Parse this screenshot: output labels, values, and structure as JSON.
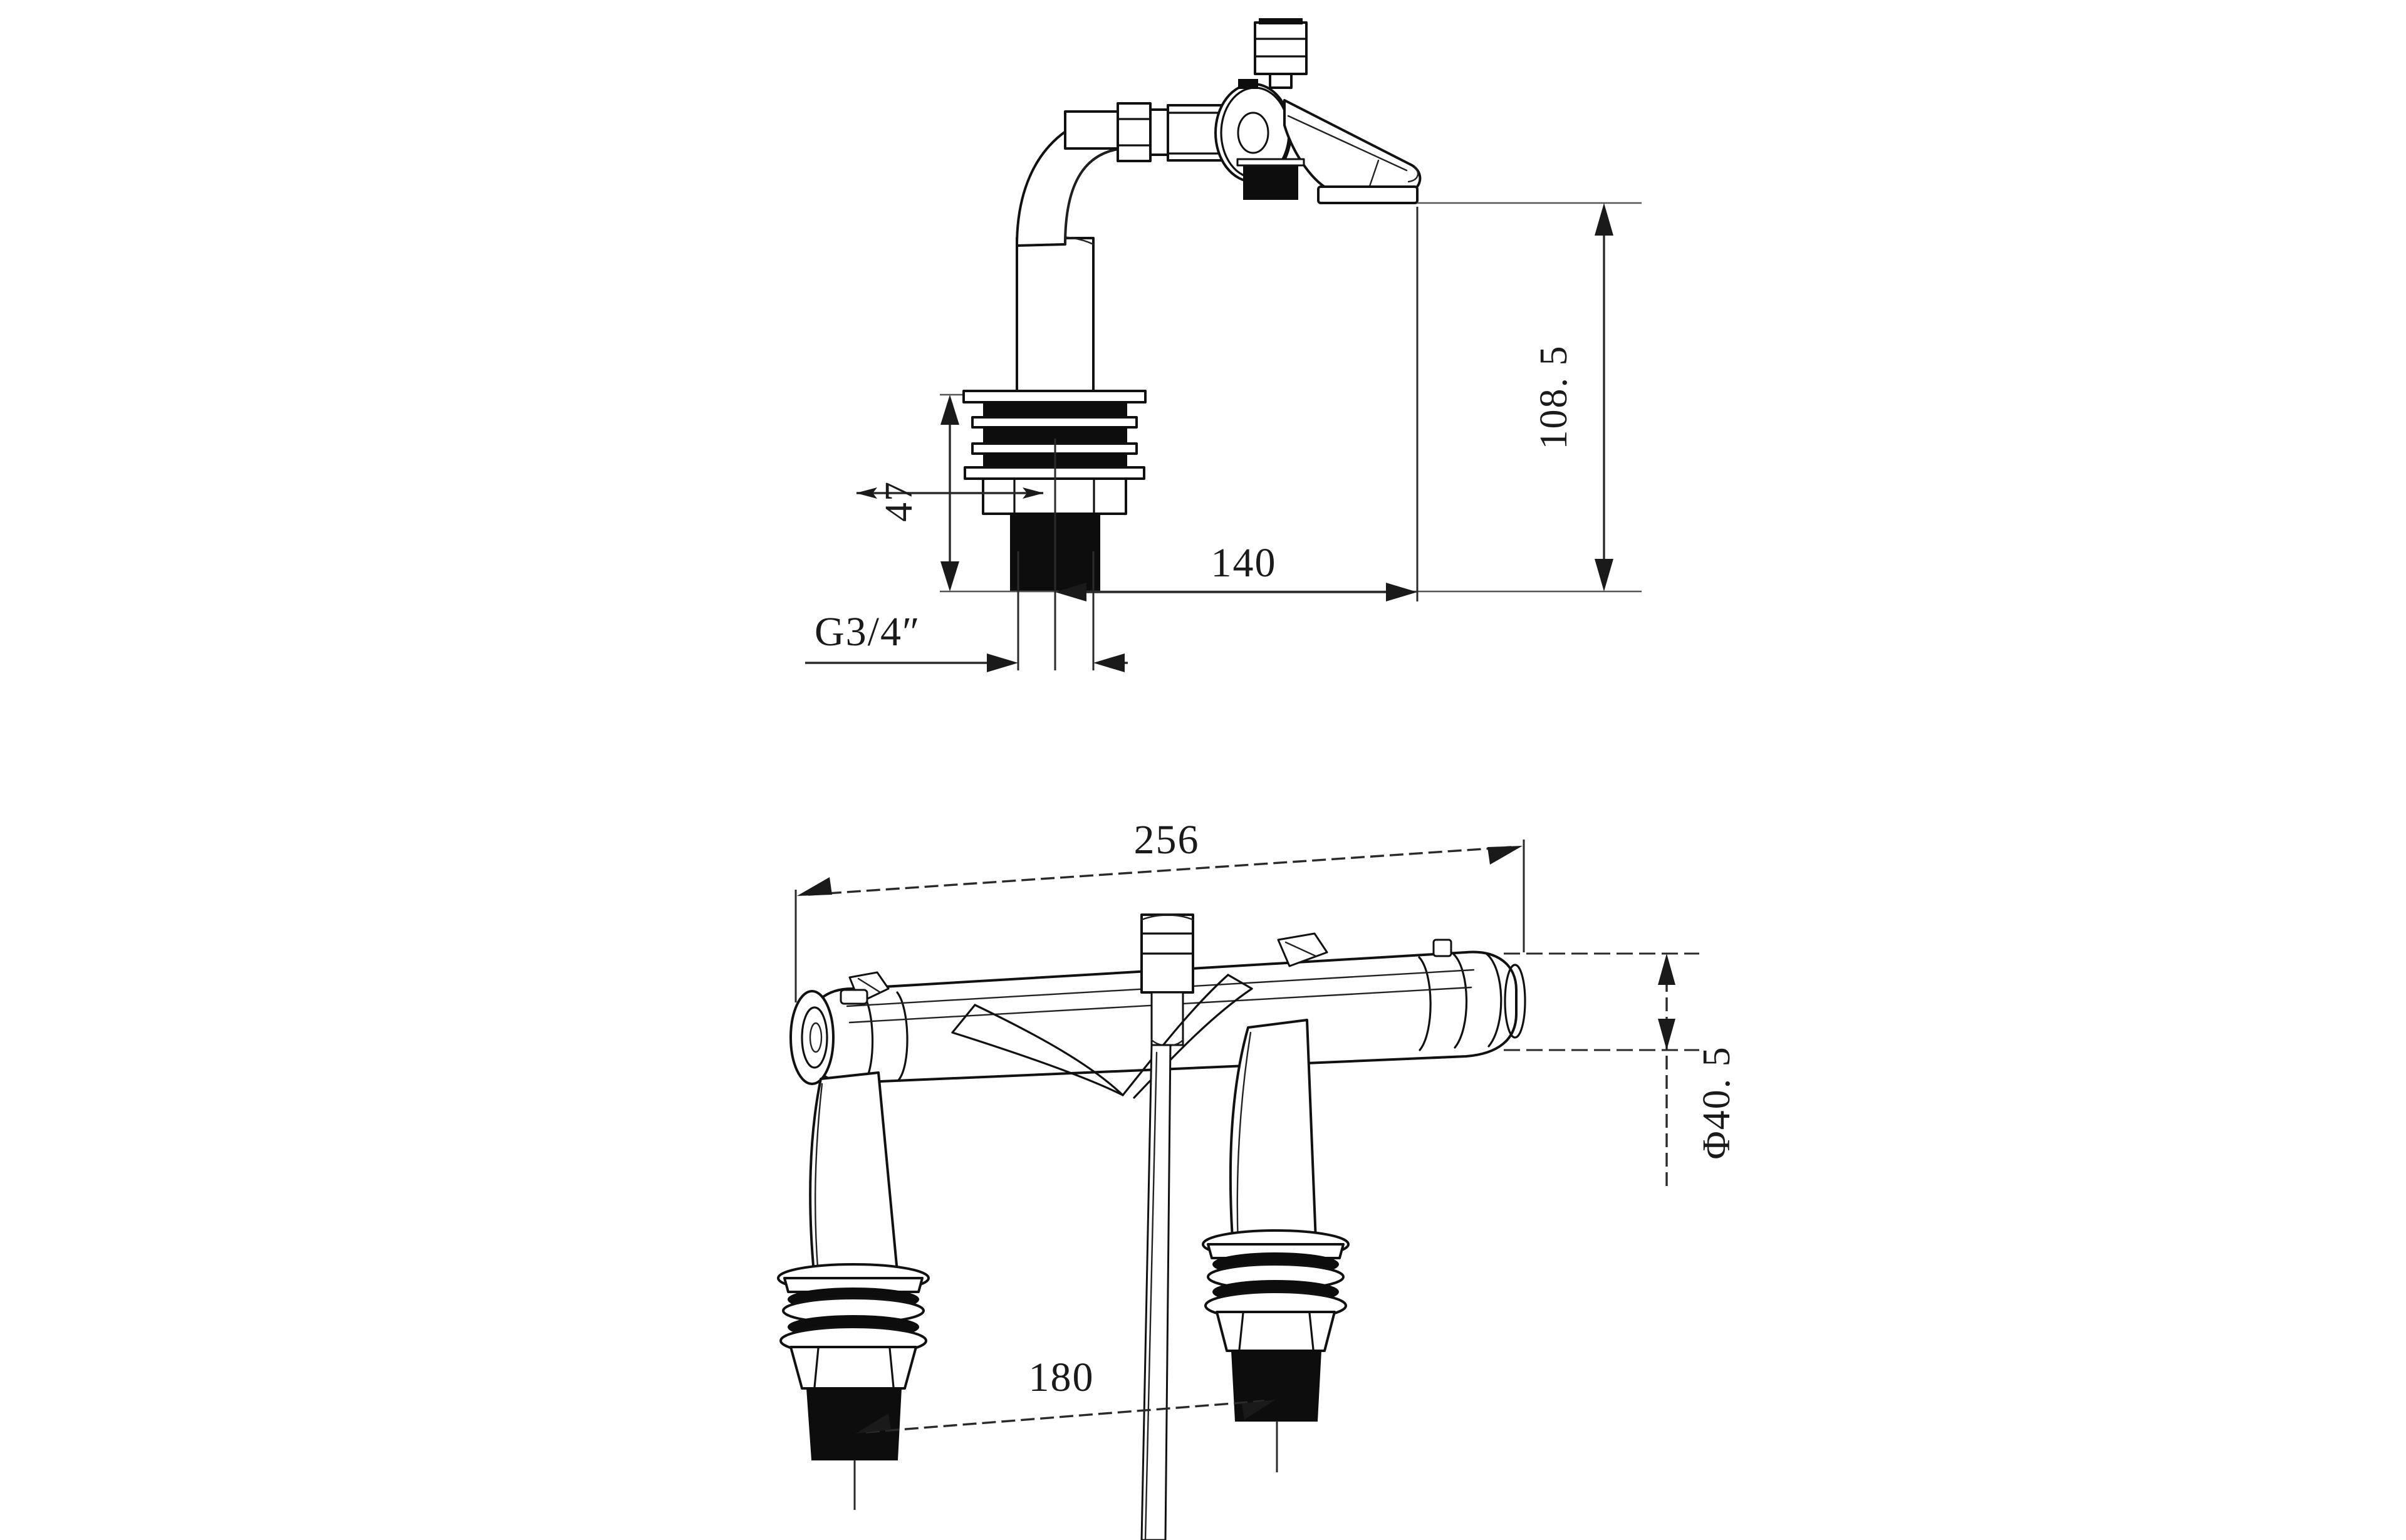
{
  "document": {
    "type": "technical-drawing",
    "subject": "Bath shower mixer tap dimensioned drawing",
    "background_color": "#ffffff",
    "line_color": "#111111",
    "units": "mm"
  },
  "views": [
    {
      "id": "side-elevation",
      "name": "Side elevation view",
      "parts": [
        "curved-spout-elbow",
        "hex-union-nut",
        "valve-body",
        "lever-handle",
        "diverter-knob",
        "outlet-port",
        "mounting-shank-washers",
        "threaded-shank"
      ]
    },
    {
      "id": "front-elevation",
      "name": "Front elevation view",
      "parts": [
        "horizontal-body-bar",
        "left-handle-spindle",
        "right-handle-spindle",
        "diverter-knob",
        "left-riser-leg",
        "right-riser-leg",
        "left-mounting-shank",
        "right-mounting-shank",
        "shower-hose"
      ]
    }
  ],
  "dimensions": {
    "side_view": [
      {
        "id": "height-overall",
        "label": "108. 5",
        "value": 108.5,
        "orientation": "vertical",
        "text_rotation": -90,
        "description": "Overall height from base seating to spout outlet underside"
      },
      {
        "id": "shank-height",
        "label": "47",
        "value": 47,
        "orientation": "vertical",
        "text_rotation": -90,
        "description": "Mounting shank / washer stack height"
      },
      {
        "id": "projection",
        "label": "140",
        "value": 140,
        "orientation": "horizontal",
        "text_rotation": 0,
        "description": "Spout projection from shank centre"
      },
      {
        "id": "thread-size",
        "label": "G3/4″",
        "value": "G3/4\"",
        "orientation": "horizontal-leader",
        "text_rotation": 0,
        "description": "Inlet connection thread size"
      }
    ],
    "front_view": [
      {
        "id": "overall-width",
        "label": "256",
        "value": 256,
        "orientation": "horizontal",
        "text_rotation": 0,
        "description": "Overall body width across both ends"
      },
      {
        "id": "body-diameter",
        "label": "Φ40. 5",
        "value": 40.5,
        "symbol": "Φ",
        "orientation": "vertical",
        "text_rotation": -90,
        "description": "Body barrel outside diameter"
      },
      {
        "id": "centre-distance",
        "label": "180",
        "value": 180,
        "orientation": "horizontal",
        "text_rotation": 0,
        "description": "Centre-to-centre distance between mounting shanks"
      }
    ]
  }
}
